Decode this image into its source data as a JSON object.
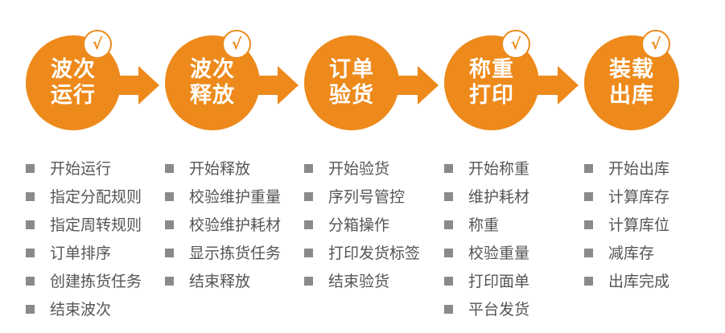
{
  "theme": {
    "accent": "#ed8a1b",
    "bullet": "#8a8a8a",
    "text": "#555555"
  },
  "check_icon": "√",
  "steps": [
    {
      "line1": "波次",
      "line2": "运行",
      "items": [
        "开始运行",
        "指定分配规则",
        "指定周转规则",
        "订单排序",
        "创建拣货任务",
        "结束波次"
      ]
    },
    {
      "line1": "波次",
      "line2": "释放",
      "items": [
        "开始释放",
        "校验维护重量",
        "校验维护耗材",
        "显示拣货任务",
        "结束释放"
      ]
    },
    {
      "line1": "订单",
      "line2": "验货",
      "items": [
        "开始验货",
        "序列号管控",
        "分箱操作",
        "打印发货标签",
        "结束验货"
      ]
    },
    {
      "line1": "称重",
      "line2": "打印",
      "items": [
        "开始称重",
        "维护耗材",
        "称重",
        "校验重量",
        "打印面单",
        "平台发货"
      ]
    },
    {
      "line1": "装载",
      "line2": "出库",
      "items": [
        "开始出库",
        "计算库存",
        "计算库位",
        "减库存",
        "出库完成"
      ]
    }
  ]
}
